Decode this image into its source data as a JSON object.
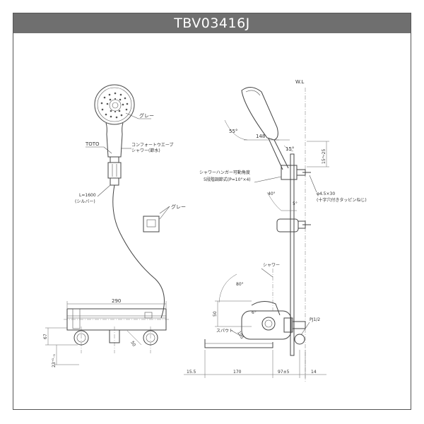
{
  "title": "TBV03416J",
  "labels": {
    "gray_1": "グレー",
    "toto": "TOTO",
    "comfort_wave_1": "コンフォートウエーブ",
    "comfort_wave_2": "シャワー(節水)",
    "hose_1": "L=1600",
    "hose_2": "(シルバー)",
    "gray_2": "グレー",
    "wl": "W.L",
    "angle_55": "55°",
    "dim_148": "148",
    "angle_15": "15°",
    "dim_15_25": "15〜25",
    "hanger_1": "シャワーハンガー可動角度",
    "hanger_2": "5段階調節式(P=10°×4)",
    "angle_40": "40°",
    "angle_5": "5°",
    "screw_1": "φ4.5×30",
    "screw_2": "(十字穴付きタッピンねじ)",
    "shower": "シャワー",
    "angle_80": "80°",
    "dim_50_side": "50",
    "angle_6": "6°",
    "dim_105": "105",
    "spout": "スパウト",
    "pj": "PJ1/2",
    "dim_15_5": "15.5",
    "dim_170": "170",
    "dim_97": "97±5",
    "dim_14": "14",
    "dim_290": "290",
    "dim_50_front": "50",
    "dim_67": "67",
    "dim_23": "23⁺¹₋₅"
  }
}
